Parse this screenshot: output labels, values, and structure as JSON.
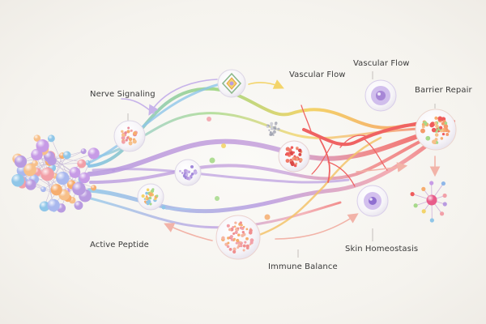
{
  "labels": {
    "nerve_signaling": "Nerve Signaling",
    "vascular_flow_1": "Vascular Flow",
    "vascular_flow_2": "Vascular Flow",
    "barrier_repair": "Barrier Repair",
    "active_peptide": "Active Peptide",
    "immune_balance": "Immune Balance",
    "skin_homeostasis": "Skin Homeostasis"
  },
  "colors": {
    "purple": "#b99be0",
    "blue": "#8fc6e8",
    "yellow": "#f3d46a",
    "green": "#a6d98a",
    "orange": "#f6ad6e",
    "red": "#ef5b5b",
    "pink": "#f2a0a8"
  }
}
